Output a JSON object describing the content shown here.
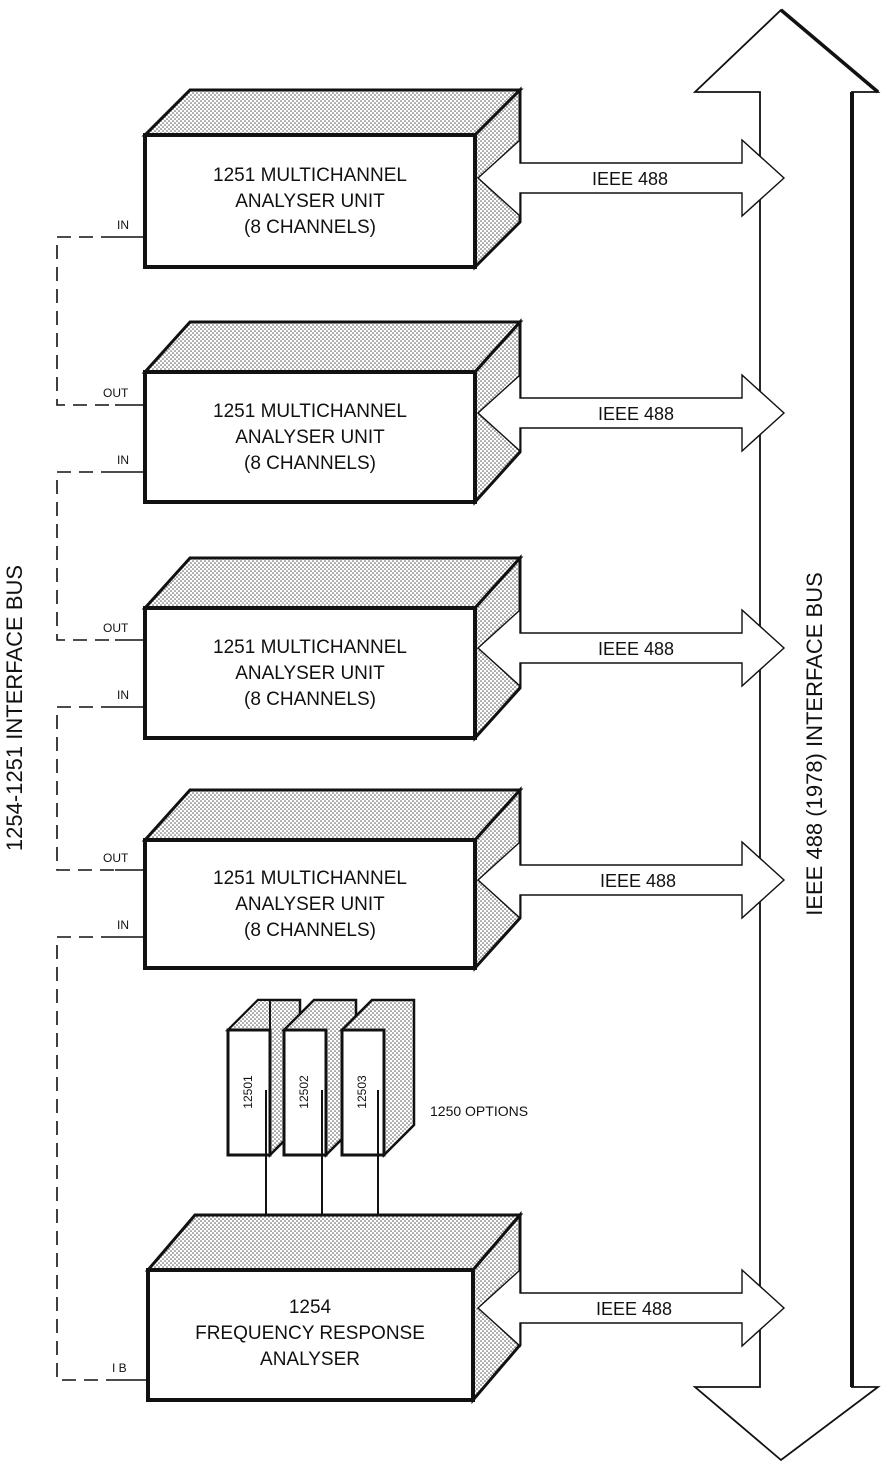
{
  "units": [
    {
      "lines": [
        "1251 MULTICHANNEL",
        "ANALYSER UNIT",
        "(8 CHANNELS)"
      ],
      "bus": "IEEE 488",
      "in_label": "IN"
    },
    {
      "lines": [
        "1251 MULTICHANNEL",
        "ANALYSER UNIT",
        "(8 CHANNELS)"
      ],
      "bus": "IEEE 488",
      "out_label": "OUT",
      "in_label": "IN"
    },
    {
      "lines": [
        "1251 MULTICHANNEL",
        "ANALYSER UNIT",
        "(8 CHANNELS)"
      ],
      "bus": "IEEE 488",
      "out_label": "OUT",
      "in_label": "IN"
    },
    {
      "lines": [
        "1251 MULTICHANNEL",
        "ANALYSER UNIT",
        "(8 CHANNELS)"
      ],
      "bus": "IEEE 488",
      "out_label": "OUT",
      "in_label": "IN"
    }
  ],
  "fra": {
    "lines": [
      "1254",
      "FREQUENCY RESPONSE",
      "ANALYSER"
    ],
    "bus": "IEEE 488",
    "port_label": "I B"
  },
  "options": {
    "cards": [
      "12501",
      "12502",
      "12503"
    ],
    "label": "1250 OPTIONS"
  },
  "main_bus_label": "IEEE 488 (1978) INTERFACE BUS",
  "interface_bus_label": "1254-1251 INTERFACE BUS",
  "colors": {
    "ink": "#111111",
    "paper": "#ffffff",
    "stipple": "#bdbdbd"
  }
}
